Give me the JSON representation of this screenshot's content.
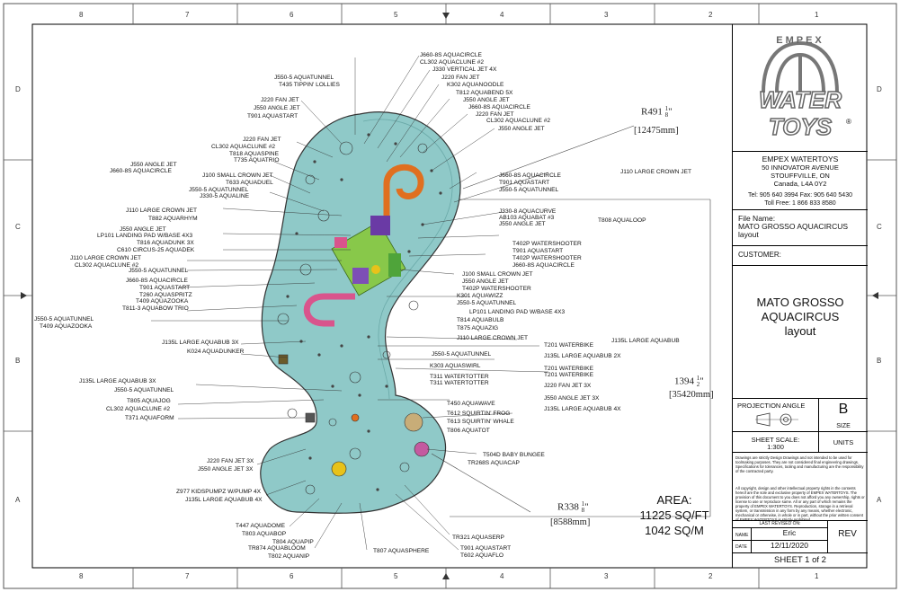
{
  "grid": {
    "columns": [
      "8",
      "7",
      "6",
      "5",
      "4",
      "3",
      "2",
      "1"
    ],
    "rows": [
      "D",
      "C",
      "B",
      "A"
    ]
  },
  "callouts_top": [
    "J660-8S AQUACIRCLE",
    "CL302 AQUACLUNE #2",
    "J330 VERTICAL JET  4X",
    "J220 FAN JET",
    "K302 AQUANOODLE",
    "T812 AQUABEND  5X",
    "J550 ANGLE JET",
    "J660-8S AQUACIRCLE",
    "J220 FAN JET",
    "CL302 AQUACLUNE #2",
    "J550 ANGLE JET"
  ],
  "callouts_left_top": [
    "J550-5 AQUATUNNEL",
    "T435 TIPPIN' LOLLIES",
    "J220 FAN JET",
    "J550 ANGLE JET",
    "T901 AQUASTART"
  ],
  "callouts_left": [
    "J220 FAN JET",
    "CL302 AQUACLUNE #2",
    "T818 AQUASPINE",
    "T735 AQUATRIO",
    "J550 ANGLE JET",
    "J660-8S AQUACIRCLE",
    "J100 SMALL CROWN JET",
    "T633 AQUADUEL",
    "J550-5 AQUATUNNEL",
    "J330-5 AQUALINE",
    "J110 LARGE CROWN JET",
    "T882 AQUARHYM",
    "J550 ANGLE JET",
    "LP101 LANDING PAD W/BASE 4X3",
    "T816 AQUADUNK  3X",
    "C610 CIRCUS-25 AQUADEK",
    "J110 LARGE CROWN JET",
    "CL302 AQUACLUNE #2",
    "J550-5 AQUATUNNEL",
    "J660-8S AQUACIRCLE",
    "T901 AQUASTART",
    "T260 AQUASPRITZ",
    "T409 AQUAZOOKA",
    "T811-3 AQUABOW TRIO",
    "J550-5 AQUATUNNEL",
    "T409 AQUAZOOKA",
    "J135L LARGE AQUABUB  3X",
    "K024 AQUADUNKER",
    "J135L LARGE AQUABUB  3X",
    "J550-5 AQUATUNNEL",
    "T805 AQUAJOG",
    "CL302 AQUACLUNE #2",
    "T371 AQUAFORM",
    "J220 FAN JET  3X",
    "J550 ANGLE JET  3X",
    "Z977 KIDSPUMPZ W/PUMP  4X",
    "J135L LARGE AQUABUB  4X",
    "T447 AQUADOME",
    "T803 AQUABOP",
    "T804 AQUAPIP",
    "TR874 AQUABLOOM",
    "T802 AQUANIP",
    "T807 AQUASPHERE"
  ],
  "callouts_right": [
    "J110 LARGE CROWN JET",
    "J660-8S AQUACIRCLE",
    "T901 AQUASTART",
    "J550-5 AQUATUNNEL",
    "J330-8 AQUACURVE",
    "AB103 AQUABAT #3",
    "J550 ANGLE JET",
    "T808 AQUALOOP",
    "T402P WATERSHOOTER",
    "T901 AQUASTART",
    "T402P WATERSHOOTER",
    "J660-8S AQUACIRCLE",
    "J100 SMALL CROWN JET",
    "J550 ANGLE JET",
    "T402P WATERSHOOTER",
    "K301 AQUAWIZZ",
    "J550-5 AQUATUNNEL",
    "LP101 LANDING PAD W/BASE 4X3",
    "T814 AQUABULB",
    "T875 AQUAZIG",
    "J110 LARGE CROWN JET",
    "T201 WATERBIKE",
    "J135L LARGE AQUABUB",
    "J550-5 AQUATUNNEL",
    "J135L LARGE AQUABUB  2X",
    "K303 AQUASWIRL",
    "T201 WATERBIKE",
    "T201 WATERBIKE",
    "T311 WATERTOTTER",
    "T311 WATERTOTTER",
    "J220 FAN JET  3X",
    "J550 ANGLE JET  3X",
    "T450 AQUAWAVE",
    "T612 SQUIRTIN' FROG",
    "J135L LARGE AQUABUB  4X",
    "T613 SQUIRTIN' WHALE",
    "T806 AQUATOT",
    "T504D BABY BUNGEE",
    "TR268S AQUACAP",
    "TR321 AQUASERP",
    "T901 AQUASTART",
    "T602 AQUAFLO"
  ],
  "dimensions": {
    "radius_top_main": "R491",
    "radius_top_frac_num": "1",
    "radius_top_frac_den": "8",
    "radius_top_unit": "\"",
    "radius_top_mm": "[12475mm]",
    "height_main": "1394",
    "height_frac_num": "1",
    "height_frac_den": "2",
    "height_unit": "\"",
    "height_mm": "[35420mm]",
    "radius_bottom_main": "R338",
    "radius_bottom_frac_num": "1",
    "radius_bottom_frac_den": "8",
    "radius_bottom_unit": "\"",
    "radius_bottom_mm": "[8588mm]"
  },
  "area": {
    "label": "AREA:",
    "sqft": "11225 SQ/FT",
    "sqm": "1042 SQ/M"
  },
  "titleblock": {
    "logo_top": "EMPEX",
    "logo_mid": "WATER",
    "logo_bottom": "TOYS",
    "logo_mark": "®",
    "company": "EMPEX WATERTOYS",
    "address1": "50 INNOVATOR AVENUE",
    "address2": "STOUFFVILLE, ON",
    "address3": "Canada, L4A 0Y2",
    "tel": "Tel: 905 640 3994  Fax: 905 640 5430",
    "tollfree": "Toll Free: 1 866 833 8580",
    "file_name_label": "File Name:",
    "file_name": "MATO GROSSO AQUACIRCUS",
    "file_name2": "layout",
    "customer_label": "CUSTOMER:",
    "project1": "MATO GROSSO",
    "project2": "AQUACIRCUS",
    "project3": "layout",
    "projection_label": "PROJECTION ANGLE",
    "size_letter": "B",
    "size_label": "SIZE",
    "scale_label": "SHEET SCALE:",
    "scale_value": "1:300",
    "units_label": "UNITS",
    "disclaimer1": "Drawings are strictly Design Drawings and not intended to be used for toolmaking purposes. They are not considered final engineering drawings. Specifications for tolerances, tooling and manufacturing are the responsibility of the contracted party.",
    "disclaimer2": "All copyright, design and other intellectual property rights in the contents hereof are the sole and exclusive property of EMPEX WATERTOYS. The provision of this document to you does not afford you any ownership, rights or license to use or reproduce same. All or any part of which remains the property of EMPEX WATERTOYS. Reproduction, storage in a retrieval system, or transmission in any form by any means, whether electronic, mechanical or otherwise, in whole or in part, without the prior written consent of EMPEX WATERTOYS is strictly prohibited.",
    "last_revised_label": "LAST REVISED ON:",
    "name_label": "NAME",
    "name_value": "Eric",
    "date_label": "DATE",
    "date_value": "12/11/2020",
    "rev_label": "REV",
    "sheet": "SHEET 1 of 2"
  }
}
